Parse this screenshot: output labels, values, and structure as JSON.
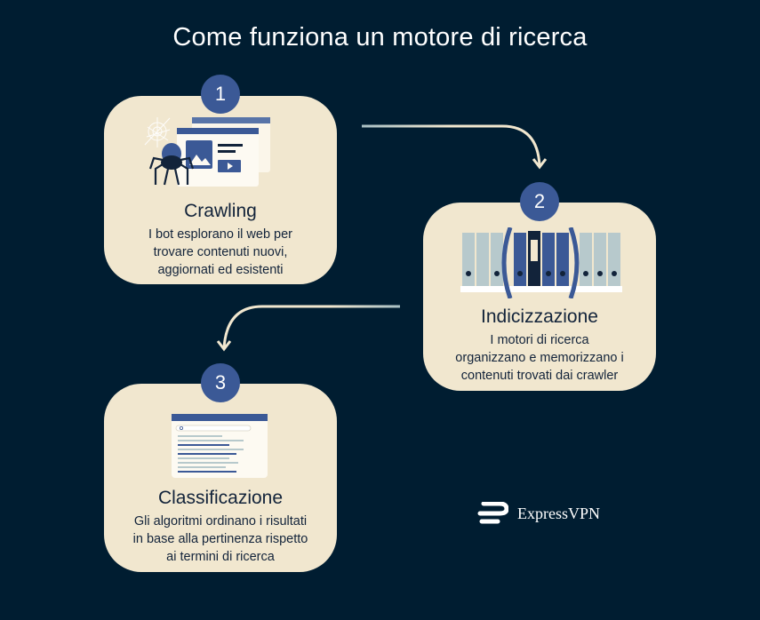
{
  "title": "Come funziona un motore di ricerca",
  "colors": {
    "background": "#001d31",
    "card": "#f1e7cf",
    "badge": "#3b5996",
    "text_dark": "#12233a",
    "arrow": "#f1e7cf"
  },
  "steps": [
    {
      "number": "1",
      "title": "Crawling",
      "description_lines": [
        "I bot esplorano il web per",
        "trovare contenuti nuovi,",
        "aggiornati ed esistenti"
      ],
      "illustration": "spider-web-browser-illustration"
    },
    {
      "number": "2",
      "title": "Indicizzazione",
      "description_lines": [
        "I motori di ricerca",
        "organizzano e memorizzano i",
        "contenuti trovati dai crawler"
      ],
      "illustration": "binders-shelf-illustration"
    },
    {
      "number": "3",
      "title": "Classificazione",
      "description_lines": [
        "Gli algoritmi ordinano i risultati",
        "in base alla pertinenza rispetto",
        "ai termini di ricerca"
      ],
      "illustration": "search-results-page-illustration"
    }
  ],
  "brand": {
    "name": "ExpressVPN",
    "icon": "expressvpn-logo-icon"
  }
}
